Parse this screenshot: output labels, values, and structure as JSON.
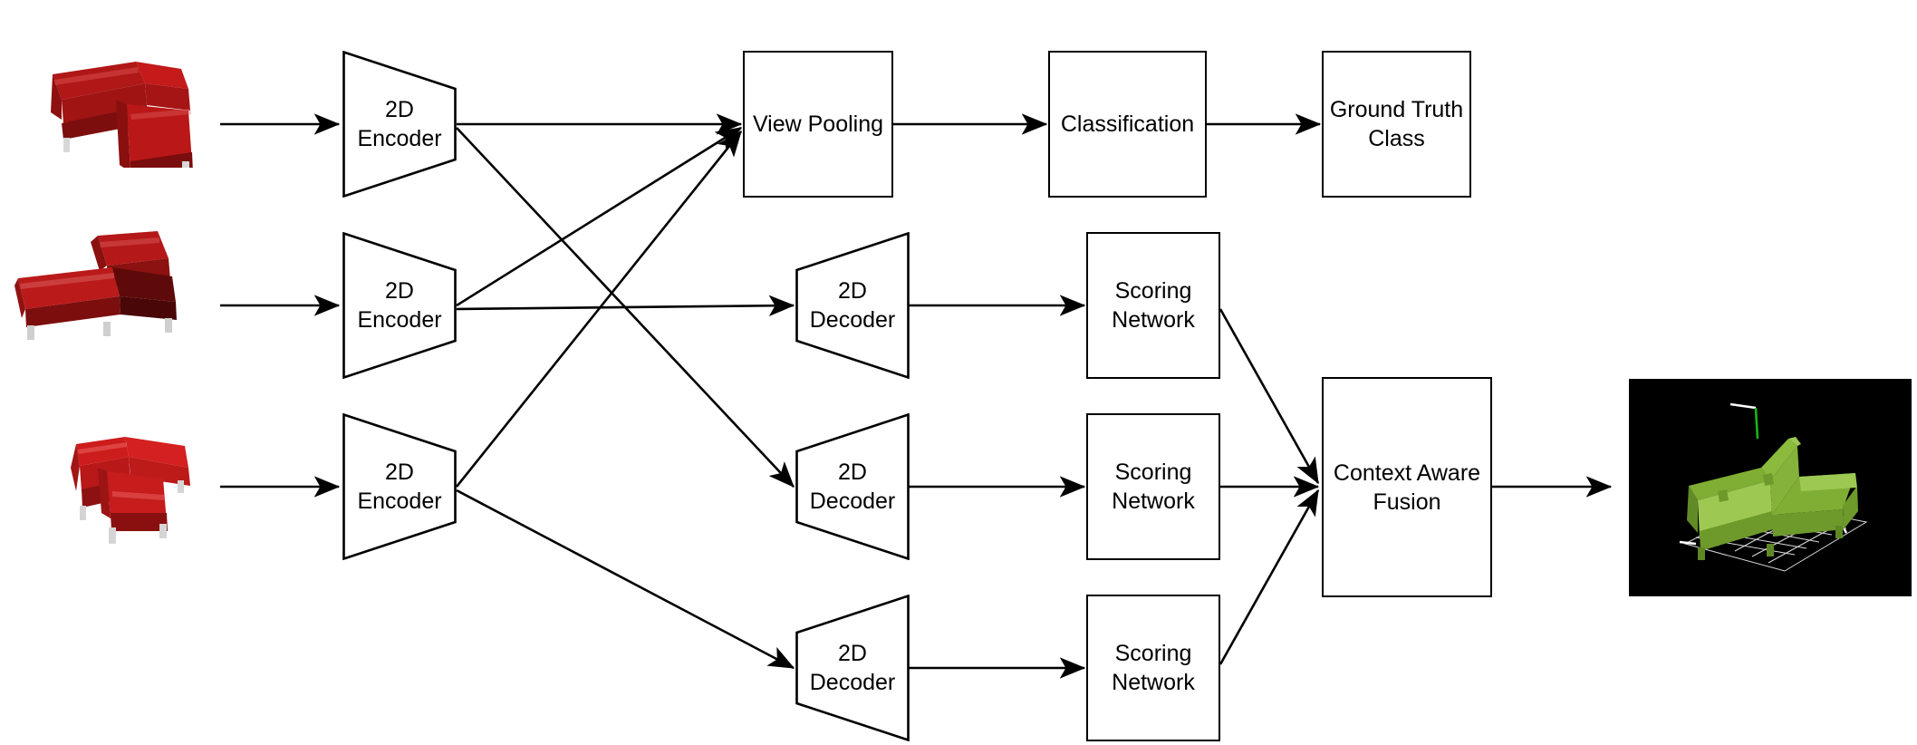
{
  "diagram": {
    "title": "Multi-view 2D encoder / decoder 3D reconstruction pipeline",
    "background_color": "#ffffff",
    "stroke_color": "#000000",
    "text_color": "#000000",
    "input_color": "#a61414",
    "output_color": "#8dbf3c",
    "output_background": "#000000"
  },
  "inputs": [
    {
      "name": "view-1",
      "caption": "",
      "alt": "red L-shaped sectional sofa, view 1"
    },
    {
      "name": "view-2",
      "caption": "",
      "alt": "red L-shaped sectional sofa, view 2"
    },
    {
      "name": "view-3",
      "caption": "",
      "alt": "red L-shaped sectional sofa, view 3"
    }
  ],
  "encoders": [
    {
      "label": "2D\nEncoder"
    },
    {
      "label": "2D\nEncoder"
    },
    {
      "label": "2D\nEncoder"
    }
  ],
  "decoders": [
    {
      "label": "2D\nDecoder"
    },
    {
      "label": "2D\nDecoder"
    },
    {
      "label": "2D\nDecoder"
    }
  ],
  "scoring_networks": [
    {
      "label": "Scoring\nNetwork"
    },
    {
      "label": "Scoring\nNetwork"
    },
    {
      "label": "Scoring\nNetwork"
    }
  ],
  "blocks": {
    "view_pooling": {
      "label": "View Pooling"
    },
    "classification": {
      "label": "Classification"
    },
    "ground_truth": {
      "label": "Ground Truth\nClass"
    },
    "fusion": {
      "label": "Context Aware\nFusion"
    }
  },
  "output": {
    "name": "reconstructed-mesh",
    "alt": "green reconstructed 3D L-shaped sofa mesh on black background with white grid floor"
  }
}
